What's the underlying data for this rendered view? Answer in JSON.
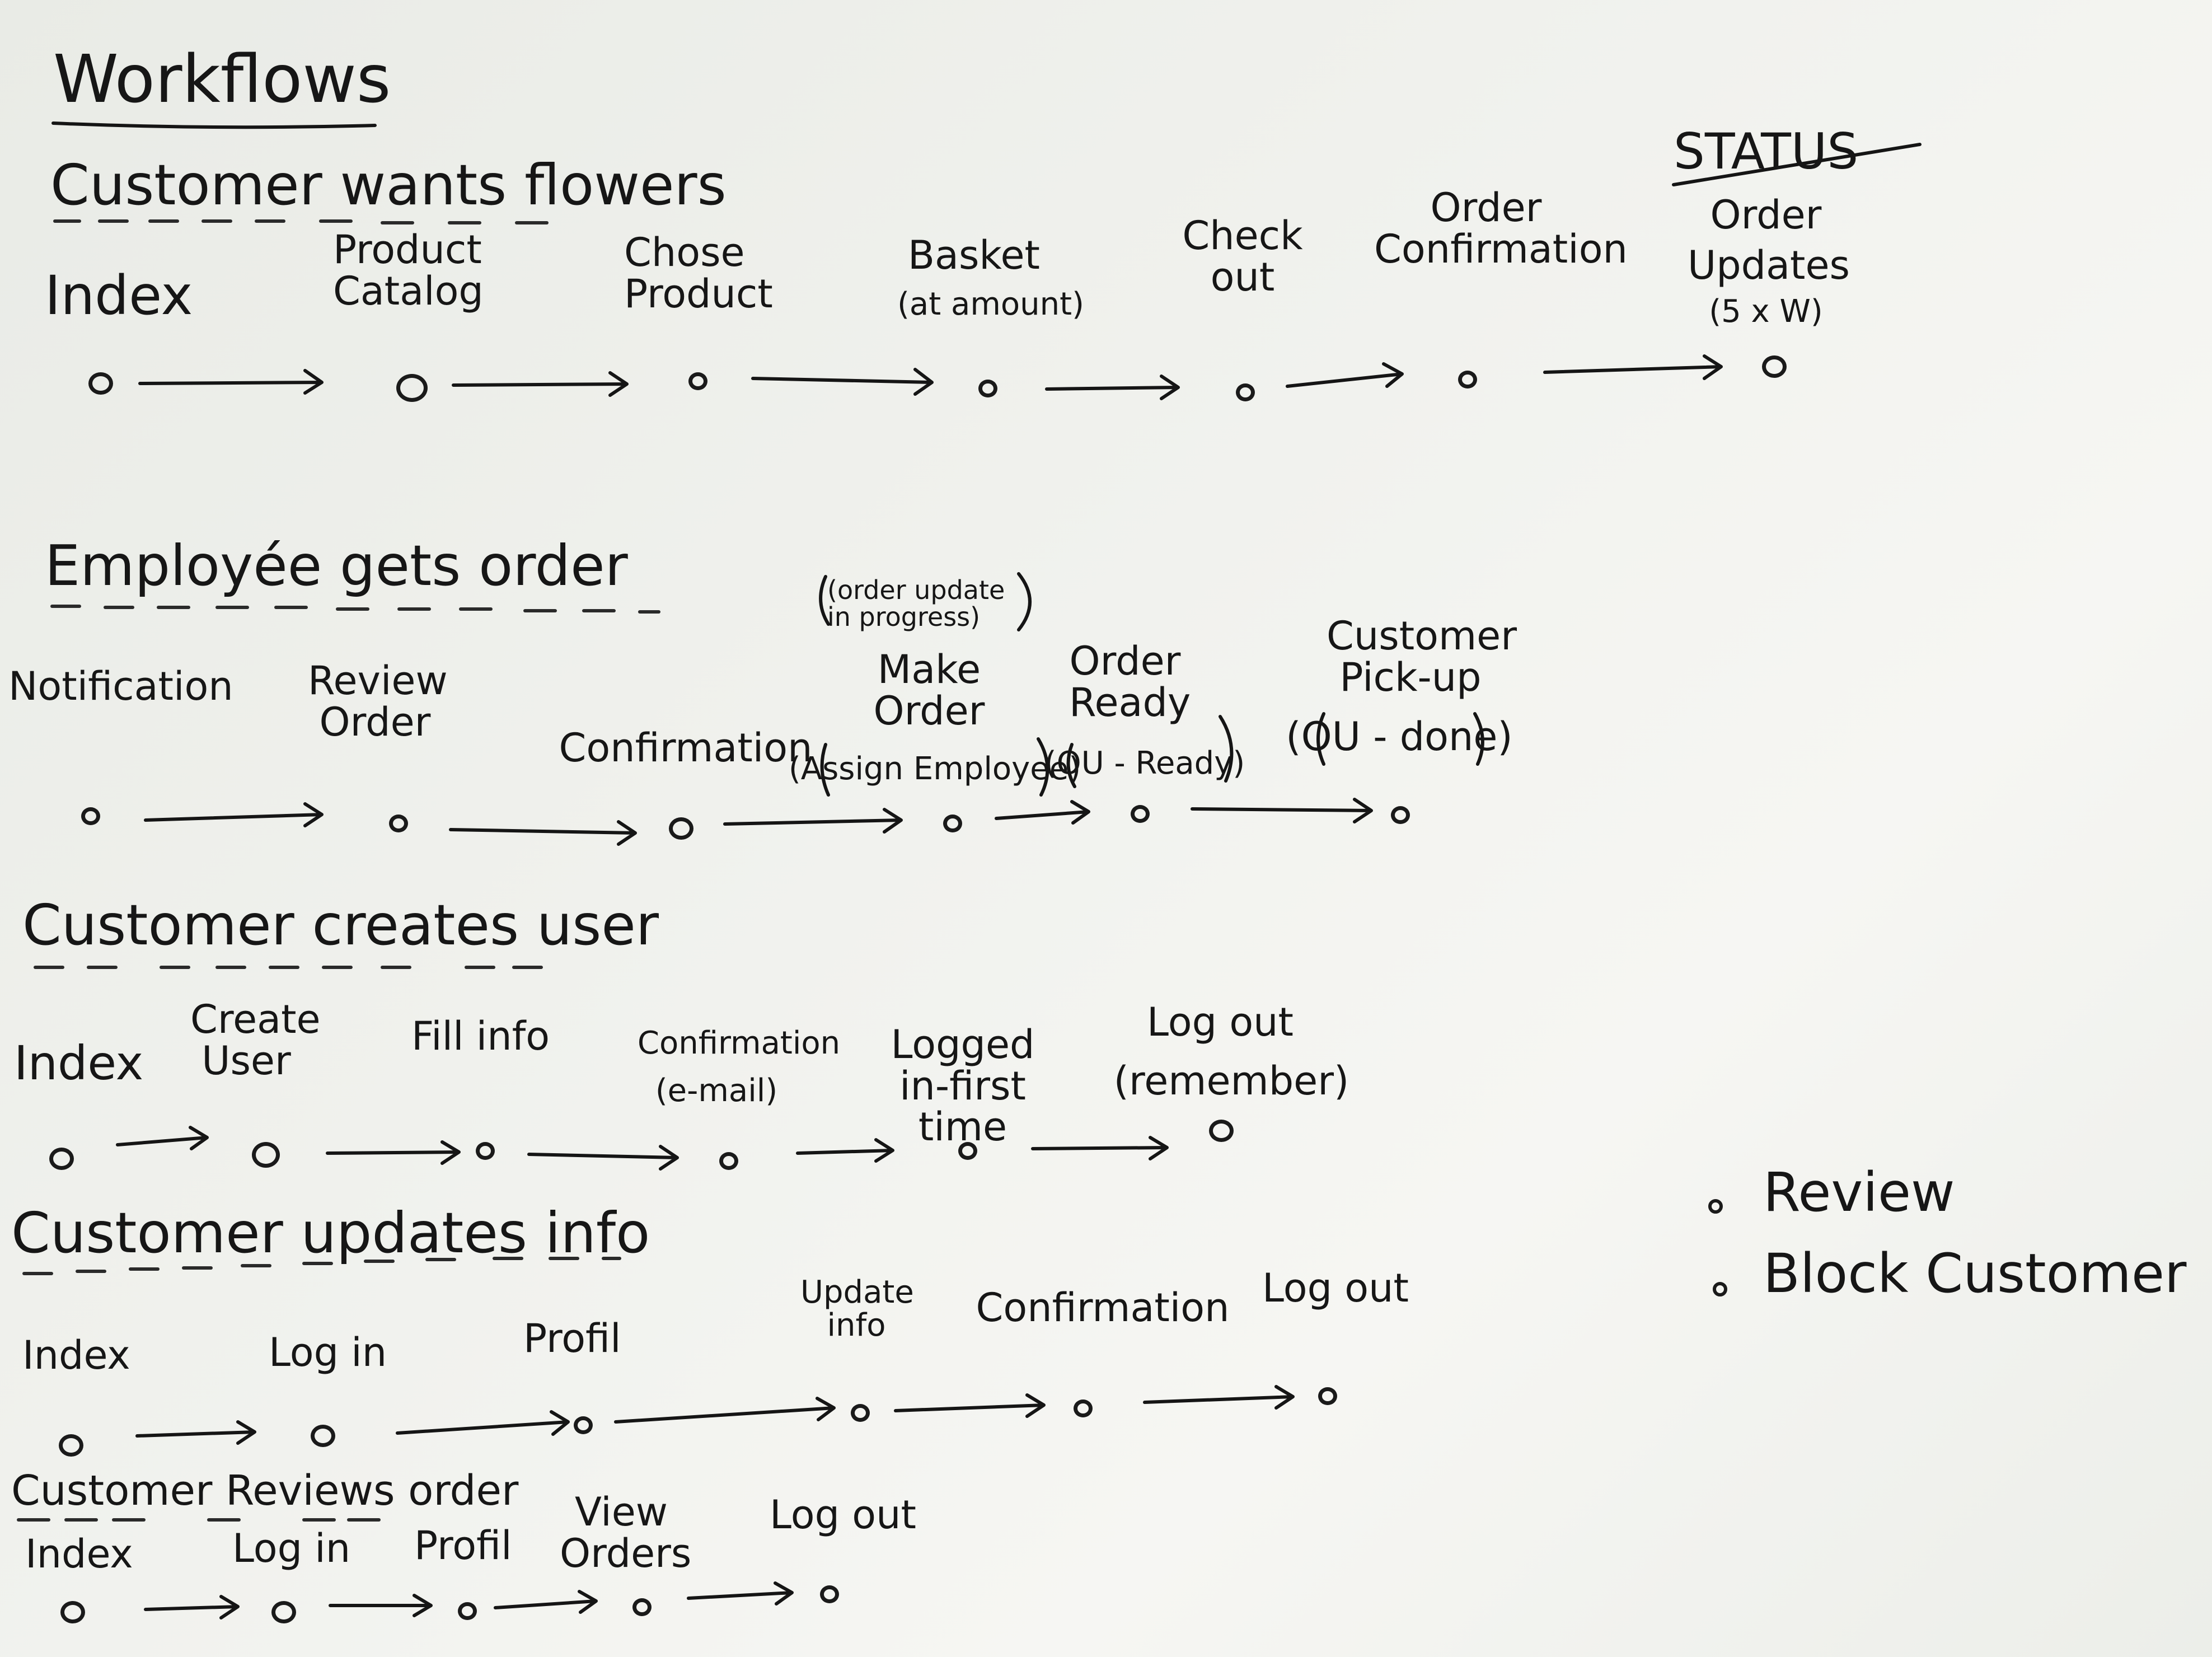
{
  "title": "Workflows",
  "status": {
    "heading": "STATUS",
    "line1": "Order",
    "line2": "Updates",
    "line3": "(5 x W)"
  },
  "workflows": [
    {
      "title": "Customer wants flowers",
      "steps": [
        "Index",
        "Product Catalog",
        "Chose Product",
        "Basket",
        "(at amount)",
        "Check out",
        "Order Confirmation"
      ]
    },
    {
      "title": "Employée gets order",
      "note": "(order update in progress)",
      "steps": [
        "Notification",
        "Review Order",
        "Confirmation",
        "Make Order",
        "(Assign Employee)",
        "Order Ready",
        "(OU - Ready)",
        "Customer Pick-up",
        "(OU - done)"
      ]
    },
    {
      "title": "Customer creates user",
      "steps": [
        "Index",
        "Create User",
        "Fill info",
        "Confirmation",
        "(e-mail)",
        "Logged in-first time",
        "Log out",
        "(remember)"
      ]
    },
    {
      "title": "Customer updates info",
      "steps": [
        "Index",
        "Log in",
        "Profil",
        "Update info",
        "Confirmation",
        "Log out"
      ]
    },
    {
      "title": "Customer Reviews order",
      "steps": [
        "Index",
        "Log in",
        "Profil",
        "View Orders",
        "Log out"
      ]
    }
  ],
  "side_list": [
    "Review",
    "Block Customer"
  ]
}
